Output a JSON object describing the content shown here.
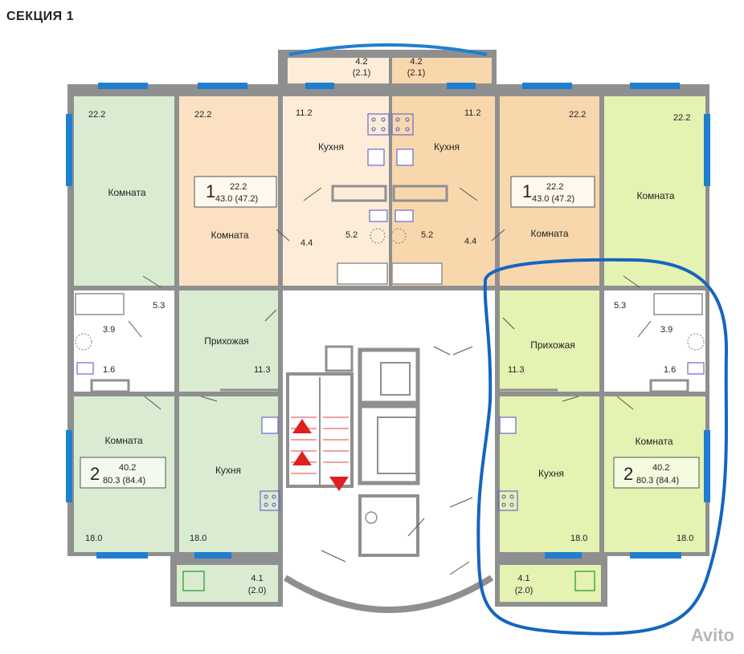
{
  "section_title": "СЕКЦИЯ 1",
  "watermark": "Avito",
  "colors": {
    "green": "#d9ecd2",
    "peach": "#fbe1c2",
    "light_peach": "#fdecd8",
    "orange": "#f8d7ad",
    "lime": "#e4f2b2",
    "wall": "#8f8f8f",
    "window": "#1e7fd0",
    "highlight": "#1565c0",
    "arrow": "#e02020"
  },
  "balconies_top": [
    {
      "area": "4.2",
      "sub": "(2.1)"
    },
    {
      "area": "4.2",
      "sub": "(2.1)"
    }
  ],
  "balconies_bottom": [
    {
      "area": "4.1",
      "sub": "(2.0)"
    },
    {
      "area": "4.1",
      "sub": "(2.0)"
    }
  ],
  "area_labels": [
    "22.2",
    "22.2",
    "11.2",
    "11.2",
    "22.2",
    "22.2",
    "4.4",
    "5.2",
    "5.2",
    "4.4",
    "5.3",
    "3.9",
    "1.6",
    "11.3",
    "5.3",
    "3.9",
    "11.3",
    "1.6",
    "18.0",
    "18.0",
    "18.0",
    "18.0"
  ],
  "room_names": [
    "Комната",
    "Комната",
    "Кухня",
    "Кухня",
    "Комната",
    "Комната",
    "Прихожая",
    "Прихожая",
    "Комната",
    "Кухня",
    "Кухня",
    "Комната"
  ],
  "apartments": [
    {
      "rooms": "1",
      "living": "22.2",
      "total": "43.0 (47.2)"
    },
    {
      "rooms": "1",
      "living": "22.2",
      "total": "43.0 (47.2)"
    },
    {
      "rooms": "2",
      "living": "40.2",
      "total": "80.3 (84.4)"
    },
    {
      "rooms": "2",
      "living": "40.2",
      "total": "80.3 (84.4)"
    }
  ]
}
